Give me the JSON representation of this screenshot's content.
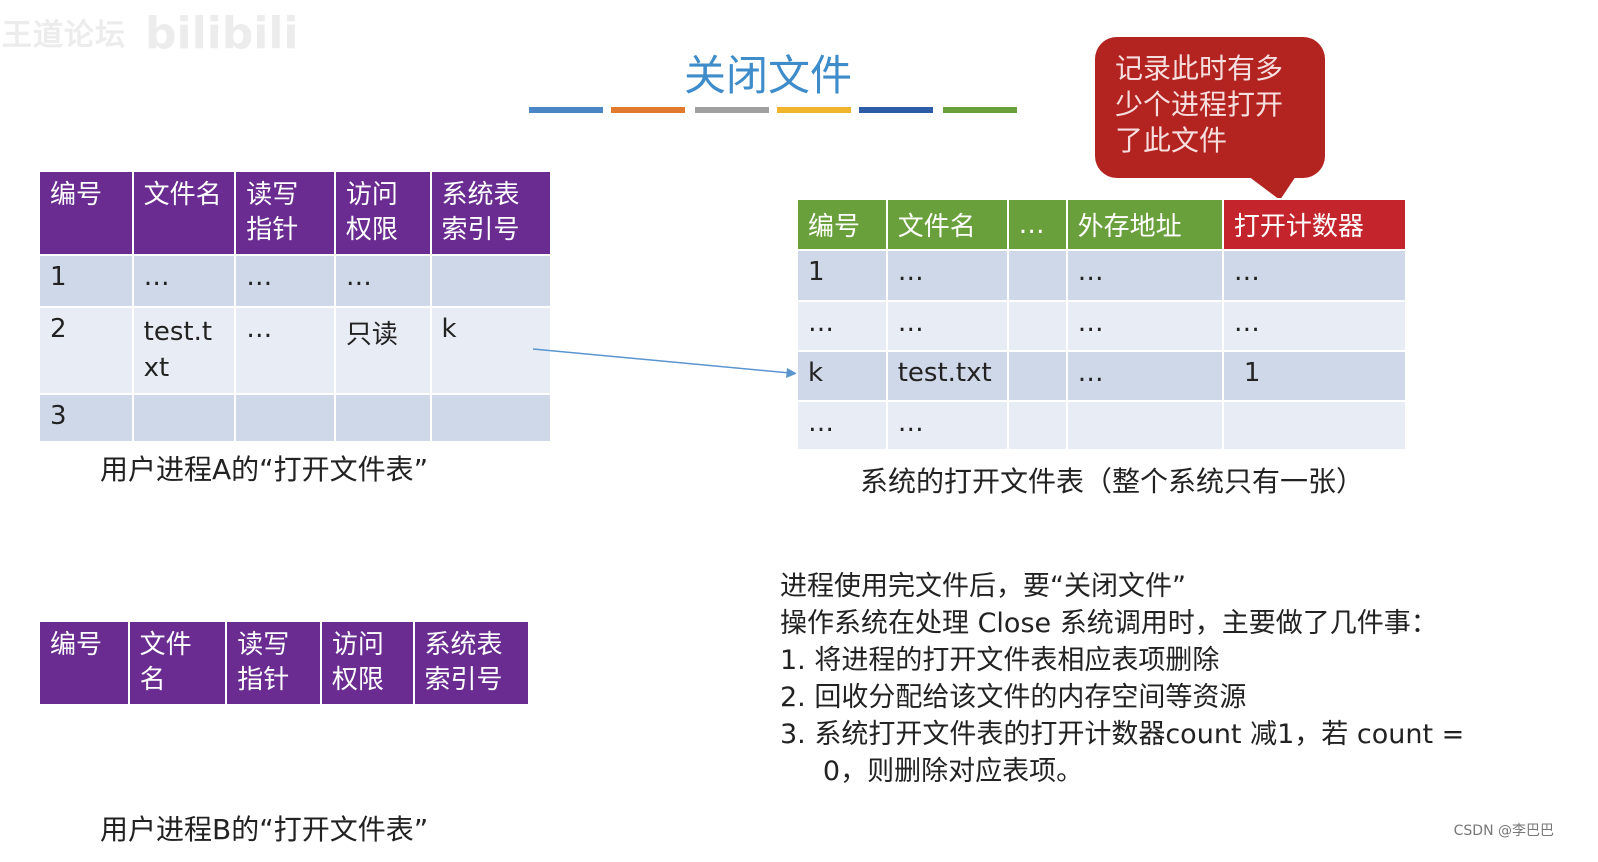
{
  "watermark": {
    "cn": "王道论坛",
    "logo": "bilibili"
  },
  "title": "关闭文件",
  "bars": [
    "#4a86c5",
    "#e07a2e",
    "#a0a0a0",
    "#f1b52d",
    "#2e5da8",
    "#6aa03c"
  ],
  "table_a": {
    "headers": [
      "编号",
      "文件名",
      "读写指针",
      "访问权限",
      "系统表索引号"
    ],
    "rows": [
      [
        "1",
        "…",
        "…",
        "…",
        ""
      ],
      [
        "2",
        "test.txt",
        "…",
        "只读",
        "k"
      ],
      [
        "3",
        "",
        "",
        "",
        ""
      ]
    ],
    "caption": "用户进程A的“打开文件表”"
  },
  "table_b": {
    "headers": [
      "编号",
      "文件名",
      "读写指针",
      "访问权限",
      "系统表索引号"
    ],
    "caption": "用户进程B的“打开文件表”"
  },
  "sys_table": {
    "headers": [
      "编号",
      "文件名",
      "…",
      "外存地址",
      "打开计数器"
    ],
    "rows": [
      [
        "1",
        "…",
        "",
        "…",
        "…"
      ],
      [
        "…",
        "…",
        "",
        "…",
        "…"
      ],
      [
        "k",
        "test.txt",
        "",
        "…",
        "1"
      ],
      [
        "…",
        "…",
        "",
        "",
        ""
      ]
    ],
    "caption": "系统的打开文件表（整个系统只有一张）"
  },
  "callout": "记录此时有多少个进程打开了此文件",
  "notes": [
    "进程使用完文件后，要“关闭文件”",
    "操作系统在处理 Close 系统调用时，主要做了几件事：",
    "1.  将进程的打开文件表相应表项删除",
    "2.  回收分配给该文件的内存空间等资源",
    "3.  系统打开文件表的打开计数器count 减1，若 count =",
    "     0，则删除对应表项。"
  ],
  "footer": "CSDN @李巴巴"
}
